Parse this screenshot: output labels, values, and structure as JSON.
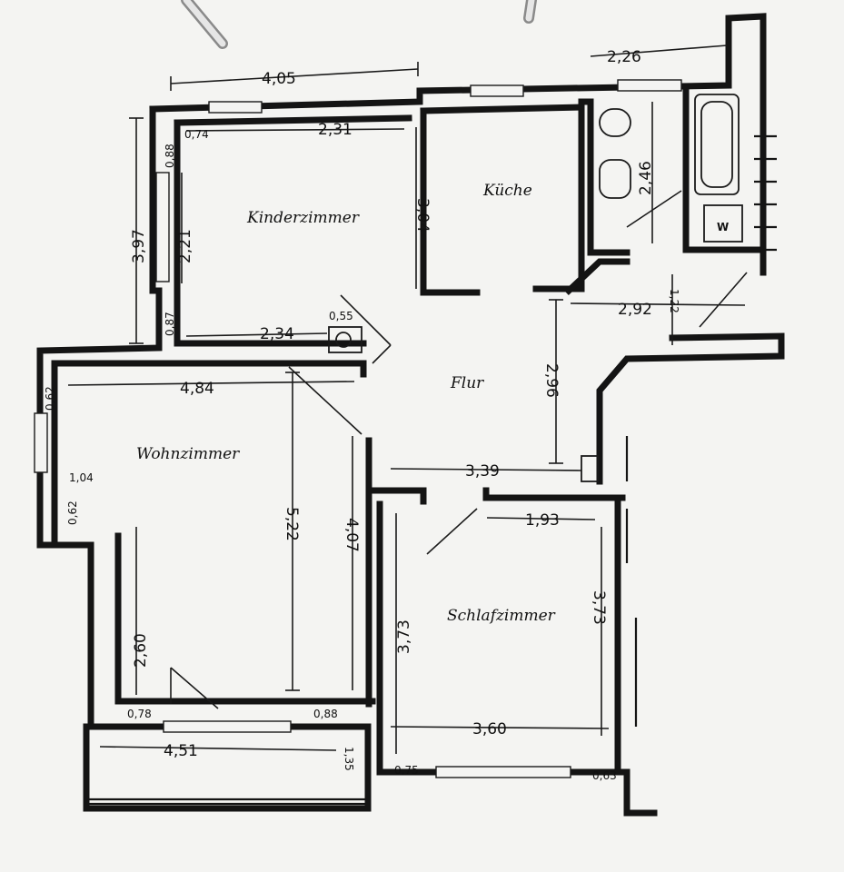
{
  "plan": {
    "rooms": {
      "kinderzimmer": "Kinderzimmer",
      "kueche": "Küche",
      "flur": "Flur",
      "wohnzimmer": "Wohnzimmer",
      "schlafzimmer": "Schlafzimmer"
    },
    "dimensions": {
      "d_4_05": "4,05",
      "d_2_26": "2,26",
      "d_3_97": "3,97",
      "d_0_88": "0,88",
      "d_0_74": "0,74",
      "d_2_31": "2,31",
      "d_2_21": "2,21",
      "d_3_04": "3,04",
      "d_2_46": "2,46",
      "d_0_87": "0,87",
      "d_2_34": "2,34",
      "d_0_55": "0,55",
      "d_2_92": "2,92",
      "d_1_22": "1,22",
      "d_0_62a": "0,62",
      "d_4_84": "4,84",
      "d_2_96": "2,96",
      "d_1_04": "1,04",
      "d_0_62b": "0,62",
      "d_3_39": "3,39",
      "d_5_22": "5,22",
      "d_4_07": "4,07",
      "d_1_93": "1,93",
      "d_3_73a": "3,73",
      "d_3_73b": "3,73",
      "d_2_60": "2,60",
      "d_0_78": "0,78",
      "d_0_88b": "0,88",
      "d_3_60": "3,60",
      "d_4_51": "4,51",
      "d_1_35": "1,35",
      "d_0_75": "0,75",
      "d_0_63": "0,63"
    }
  }
}
